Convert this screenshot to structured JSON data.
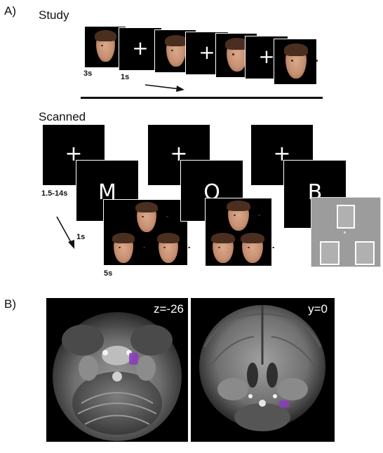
{
  "panel_a": {
    "letter": "A)",
    "study": {
      "title": "Study",
      "fixation_symbol": "+",
      "durations": [
        "3s",
        "1s"
      ]
    },
    "scanned": {
      "title": "Scanned",
      "fixation_symbol": "+",
      "cue_letters": [
        "M",
        "O",
        "B"
      ],
      "durations": [
        "1.5-14s",
        "1s",
        "5s"
      ]
    }
  },
  "panel_b": {
    "letter": "B)",
    "slices": [
      "z=-26",
      "y=0"
    ],
    "highlight_color": "#8a3fb8"
  }
}
